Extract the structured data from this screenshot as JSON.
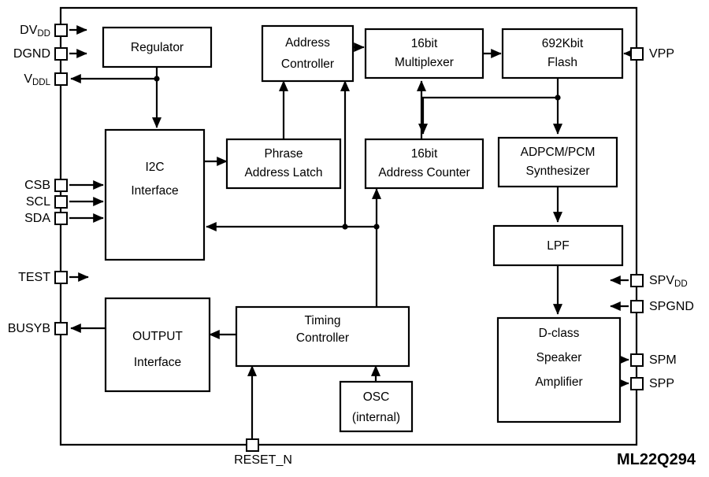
{
  "diagram": {
    "part_number": "ML22Q294",
    "blocks": [
      {
        "id": "regulator",
        "lines": [
          "Regulator"
        ]
      },
      {
        "id": "address-controller",
        "lines": [
          "Address",
          "Controller"
        ]
      },
      {
        "id": "multiplexer",
        "lines": [
          "16bit",
          "Multiplexer"
        ]
      },
      {
        "id": "flash",
        "lines": [
          "692Kbit",
          "Flash"
        ]
      },
      {
        "id": "i2c-interface",
        "lines": [
          "I2C",
          "Interface"
        ]
      },
      {
        "id": "phrase-address-latch",
        "lines": [
          "Phrase",
          "Address Latch"
        ]
      },
      {
        "id": "address-counter",
        "lines": [
          "16bit",
          "Address Counter"
        ]
      },
      {
        "id": "adpcm-pcm-synthesizer",
        "lines": [
          "ADPCM/PCM",
          "Synthesizer"
        ]
      },
      {
        "id": "lpf",
        "lines": [
          "LPF"
        ]
      },
      {
        "id": "output-interface",
        "lines": [
          "OUTPUT",
          "Interface"
        ]
      },
      {
        "id": "timing-controller",
        "lines": [
          "Timing",
          "Controller"
        ]
      },
      {
        "id": "osc",
        "lines": [
          "OSC",
          "(internal)"
        ]
      },
      {
        "id": "d-class-speaker-amplifier",
        "lines": [
          "D-class",
          "Speaker",
          "Amplifier"
        ]
      }
    ],
    "pins": [
      {
        "id": "dvdd",
        "base": "DV",
        "sub": "DD",
        "side": "left",
        "direction": "in"
      },
      {
        "id": "dgnd",
        "base": "DGND",
        "sub": "",
        "side": "left",
        "direction": "in"
      },
      {
        "id": "vddl",
        "base": "V",
        "sub": "DDL",
        "side": "left",
        "direction": "out"
      },
      {
        "id": "csb",
        "base": "CSB",
        "sub": "",
        "side": "left",
        "direction": "in"
      },
      {
        "id": "scl",
        "base": "SCL",
        "sub": "",
        "side": "left",
        "direction": "in"
      },
      {
        "id": "sda",
        "base": "SDA",
        "sub": "",
        "side": "left",
        "direction": "in"
      },
      {
        "id": "test",
        "base": "TEST",
        "sub": "",
        "side": "left",
        "direction": "in"
      },
      {
        "id": "busyb",
        "base": "BUSYB",
        "sub": "",
        "side": "left",
        "direction": "out"
      },
      {
        "id": "vpp",
        "base": "VPP",
        "sub": "",
        "side": "right",
        "direction": "in"
      },
      {
        "id": "spvdd",
        "base": "SPV",
        "sub": "DD",
        "side": "right",
        "direction": "in"
      },
      {
        "id": "spgnd",
        "base": "SPGND",
        "sub": "",
        "side": "right",
        "direction": "in"
      },
      {
        "id": "spm",
        "base": "SPM",
        "sub": "",
        "side": "right",
        "direction": "out"
      },
      {
        "id": "spp",
        "base": "SPP",
        "sub": "",
        "side": "right",
        "direction": "out"
      },
      {
        "id": "reset-n",
        "base": "RESET_N",
        "sub": "",
        "side": "bottom",
        "direction": "in"
      }
    ],
    "colors": {
      "line": "#000000",
      "fill": "#ffffff",
      "text": "#000000"
    }
  }
}
